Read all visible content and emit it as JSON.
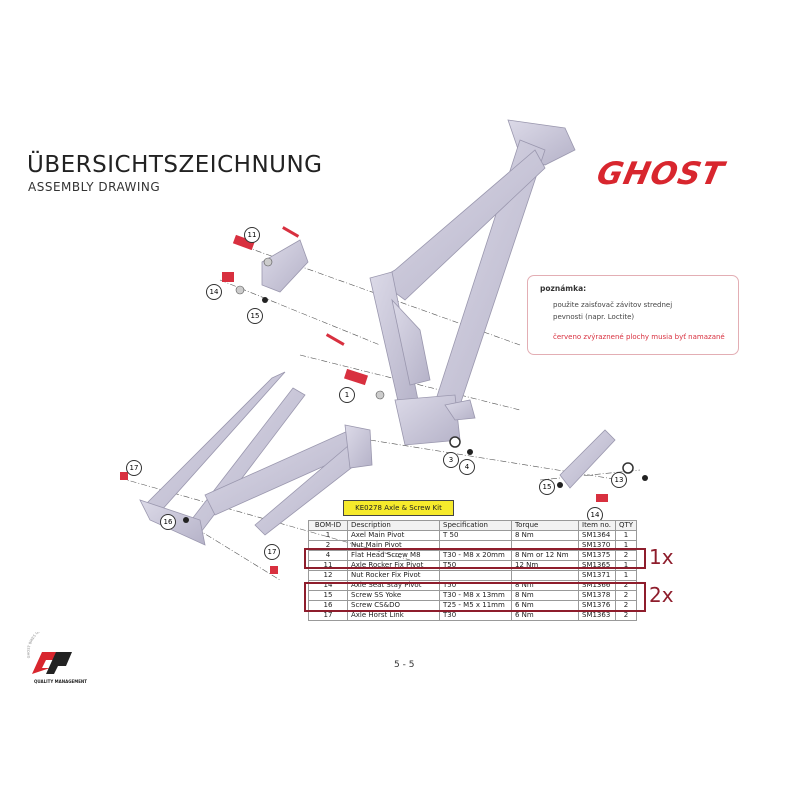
{
  "header": {
    "title": "ÜBERSICHTSZEICHNUNG",
    "subtitle": "ASSEMBLY DRAWING",
    "brand": "GHOST"
  },
  "note": {
    "title": "poznámka:",
    "line1": "použite zaisťovač závitov strednej",
    "line2": "pevnosti (napr. Loctite)",
    "line3": "červeno zvýraznené plochy musia byť namazané"
  },
  "callouts": [
    "11",
    "14",
    "15",
    "1",
    "3",
    "4",
    "17",
    "16",
    "15",
    "13",
    "14",
    "17"
  ],
  "kit_label": "KE0278 Axle & Screw Kit",
  "bom": {
    "headers": [
      "BOM-ID",
      "Description",
      "Specification",
      "Torque",
      "Item no.",
      "QTY"
    ],
    "rows": [
      [
        "1",
        "Axel Main Pivot",
        "T 50",
        "8 Nm",
        "SM1364",
        "1"
      ],
      [
        "2",
        "Nut Main Pivot",
        "",
        "",
        "SM1370",
        "1"
      ],
      [
        "4",
        "Flat Head Screw M8",
        "T30 - M8 x 20mm",
        "8 Nm or 12 Nm",
        "SM1375",
        "2"
      ],
      [
        "11",
        "Axle Rocker Fix Pivot",
        "T50",
        "12 Nm",
        "SM1365",
        "1"
      ],
      [
        "12",
        "Nut Rocker Fix Pivot",
        "",
        "",
        "SM1371",
        "1"
      ],
      [
        "14",
        "Axle Seat Stay Pivot",
        "T50",
        "8 Nm",
        "SM1366",
        "2"
      ],
      [
        "15",
        "Screw SS Yoke",
        "T30 - M8 x 13mm",
        "8 Nm",
        "SM1378",
        "2"
      ],
      [
        "16",
        "Screw CS&DO",
        "T25 - M5 x 11mm",
        "6 Nm",
        "SM1376",
        "2"
      ],
      [
        "17",
        "Axle Horst Link",
        "T30",
        "6 Nm",
        "SM1363",
        "2"
      ]
    ]
  },
  "highlights": {
    "label1": "1x",
    "label2": "2x"
  },
  "footer": {
    "page": "5 - 5",
    "qm_text1": "GHOST BIKES GERMANY",
    "qm_text2": "QUALITY MANAGEMENT"
  },
  "colors": {
    "brand_red": "#d8262e",
    "highlight": "#8e1d2c",
    "frame": "#c6c3d6",
    "kit_yellow": "#f6ea2c"
  }
}
